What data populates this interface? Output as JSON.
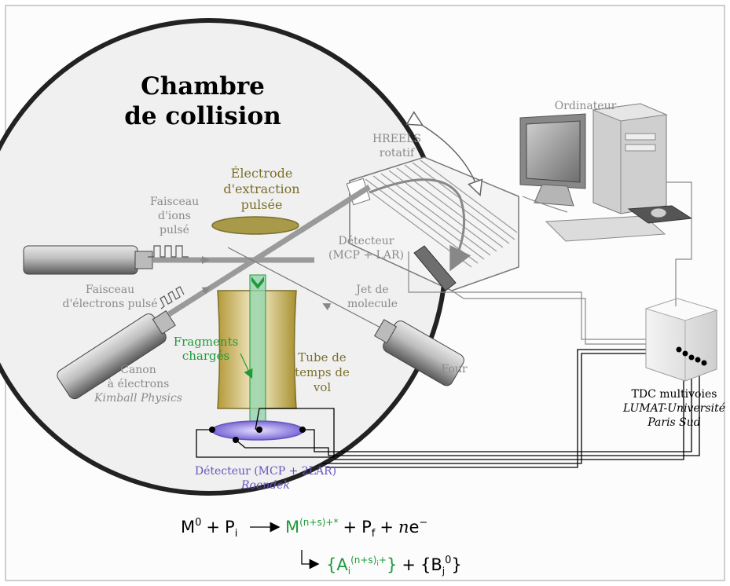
{
  "chamber": {
    "title_line1": "Chambre",
    "title_line2": "de collision"
  },
  "labels": {
    "hreels_line1": "HREELS",
    "hreels_line2": "rotatif",
    "electrode_line1": "Électrode",
    "electrode_line2": "d'extraction",
    "electrode_line3": "pulsée",
    "ion_beam_line1": "Faisceau",
    "ion_beam_line2": "d'ions",
    "ion_beam_line3": "pulsé",
    "hreels_detector_line1": "Détecteur",
    "hreels_detector_line2": "(MCP + LAR)",
    "electron_beam_line1": "Faisceau",
    "electron_beam_line2": "d'électrons pulsé",
    "molecular_jet_line1": "Jet de",
    "molecular_jet_line2": "molecule",
    "fragments_line1": "Fragments",
    "fragments_line2": "chargés",
    "tof_line1": "Tube de",
    "tof_line2": "temps de",
    "tof_line3": "vol",
    "oven": "Four",
    "gun_line1": "Canon",
    "gun_line2": "à électrons",
    "gun_line3": "Kimball Physics",
    "detector_line1": "Détecteur (MCP + 2LAR)",
    "detector_line2": "Roendek",
    "computer": "Ordinateur",
    "tdc_line1": "TDC multivoies",
    "tdc_line2": "LUMAT-Université",
    "tdc_line3": "Paris Sud"
  },
  "equation": {
    "m": "M",
    "m_sup": "0",
    "plus1": "+",
    "p": "P",
    "p_sub": "i",
    "m2": "M",
    "m2_sup": "(n+s)+*",
    "plus2": "+",
    "pf": "P",
    "pf_sub": "f",
    "plus3": "+",
    "n": "n",
    "e": "e",
    "e_sup": "−",
    "open1": "{",
    "a": "A",
    "a_sub": "i",
    "a_sup": "(n+s)",
    "a_sup_sub": "i",
    "a_sup_end": "+",
    "close1": "}",
    "plus4": "+",
    "open2": "{",
    "b": "B",
    "b_sub": "j",
    "b_sup": "0",
    "close2": "}"
  },
  "colors": {
    "label_gray": "#8a8a8a",
    "olive": "#7b6f2c",
    "green": "#1f9a3a",
    "purple": "#6655bb",
    "black": "#000000"
  }
}
